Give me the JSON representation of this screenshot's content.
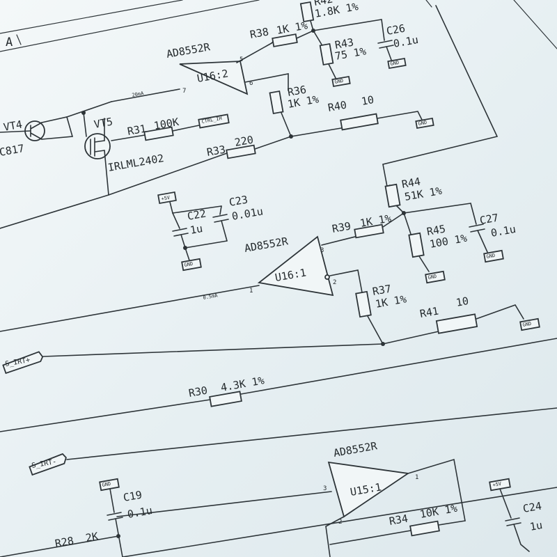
{
  "sheet": {
    "zone": "A"
  },
  "opamps": {
    "u16_2": {
      "part": "AD8552R",
      "ref": "U16:2",
      "pin_a": "5",
      "pin_b": "7",
      "pin_out": "6"
    },
    "u16_1": {
      "part": "AD8552R",
      "ref": "U16:1",
      "pin_a": "3",
      "pin_b": "1",
      "pin_c": "2"
    },
    "u15_1": {
      "part": "AD8552R",
      "ref": "U15:1",
      "pin_a": "3",
      "pin_b": "1",
      "pin_c": "2"
    }
  },
  "resistors": {
    "r42": {
      "ref": "R42",
      "value": "1.8K 1%"
    },
    "r38": {
      "ref": "R38",
      "value": "1K 1%"
    },
    "r43": {
      "ref": "R43",
      "value": "75 1%"
    },
    "r36": {
      "ref": "R36",
      "value": "1K 1%"
    },
    "r40": {
      "ref": "R40",
      "value": "10"
    },
    "r31": {
      "ref": "R31",
      "value": "100K"
    },
    "r33": {
      "ref": "R33",
      "value": "220"
    },
    "r44": {
      "ref": "R44",
      "value": "51K 1%"
    },
    "r39": {
      "ref": "R39",
      "value": "1K 1%"
    },
    "r45": {
      "ref": "R45",
      "value": "100 1%"
    },
    "r37": {
      "ref": "R37",
      "value": "1K 1%"
    },
    "r41": {
      "ref": "R41",
      "value": "10"
    },
    "r30": {
      "ref": "R30",
      "value": "4.3K 1%"
    },
    "r34": {
      "ref": "R34",
      "value": "10K 1%"
    },
    "r28": {
      "ref": "R28",
      "value": "2K"
    }
  },
  "capacitors": {
    "c26": {
      "ref": "C26",
      "value": "0.1u"
    },
    "c22": {
      "ref": "C22",
      "value": "1u"
    },
    "c23": {
      "ref": "C23",
      "value": "0.01u"
    },
    "c27": {
      "ref": "C27",
      "value": "0.1u"
    },
    "c19": {
      "ref": "C19",
      "value": "0.1u"
    },
    "c24": {
      "ref": "C24",
      "value": "1u"
    }
  },
  "transistors": {
    "vt4": {
      "ref": "VT4",
      "part": "C817"
    },
    "vt5": {
      "ref": "VT5",
      "part": "IRLML2402"
    }
  },
  "nets": {
    "ctrl_ih": "CTRL_IH",
    "s_irt_plus": "S_IRT+",
    "s_irt_minus": "S_IRT-",
    "current_20ma": "20mA",
    "current_05ma": "0.5mA"
  },
  "tags": {
    "gnd": "GND",
    "vcc": "+5V"
  }
}
